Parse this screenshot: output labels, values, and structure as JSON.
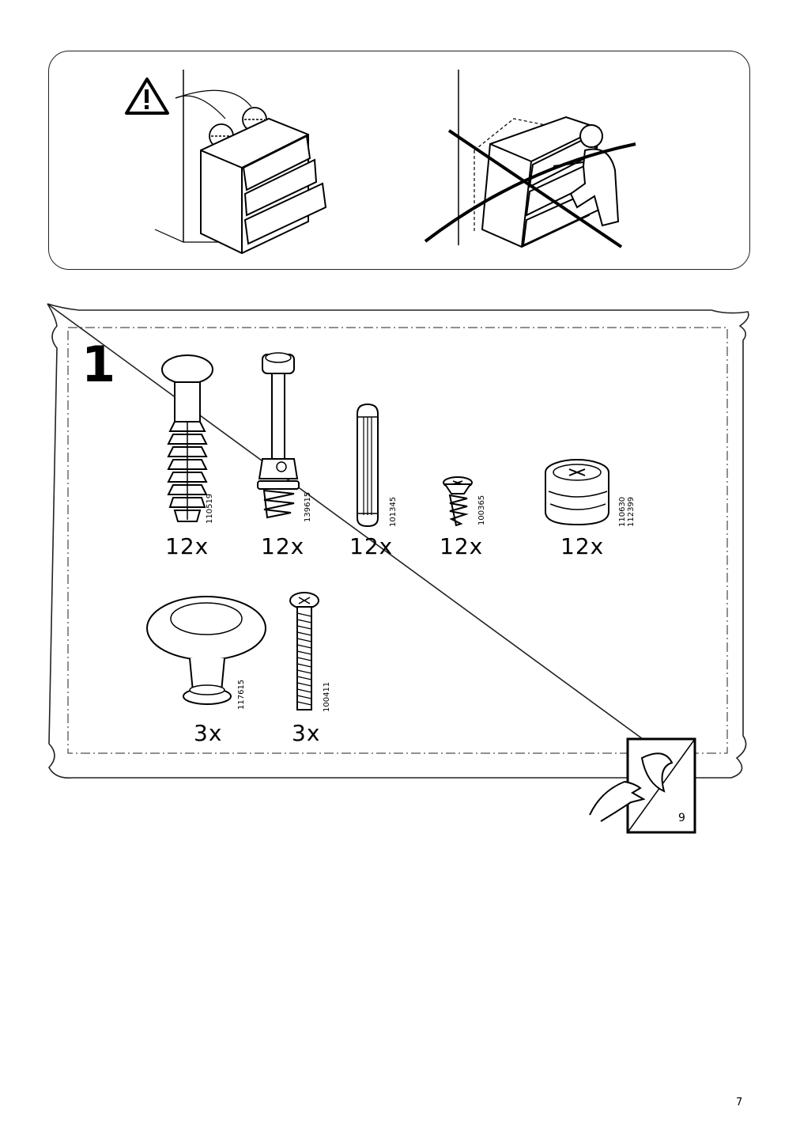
{
  "warning_panel": {
    "correct_label": "",
    "incorrect_label": ""
  },
  "step": {
    "number": "1",
    "parts": [
      {
        "code": "110519",
        "qty": "12x",
        "icon": "cam-lock-dowel-icon"
      },
      {
        "code": "139615",
        "qty": "12x",
        "icon": "connector-bolt-icon"
      },
      {
        "code": "101345",
        "qty": "12x",
        "icon": "wooden-dowel-icon"
      },
      {
        "code": "100365",
        "qty": "12x",
        "icon": "short-screw-icon"
      },
      {
        "code": "110630\n112399",
        "qty": "12x",
        "icon": "cam-lock-nut-icon"
      },
      {
        "code": "117615",
        "qty": "3x",
        "icon": "knob-icon"
      },
      {
        "code": "100411",
        "qty": "3x",
        "icon": "long-screw-icon"
      }
    ],
    "page_ref": "9"
  },
  "page_number": "7"
}
